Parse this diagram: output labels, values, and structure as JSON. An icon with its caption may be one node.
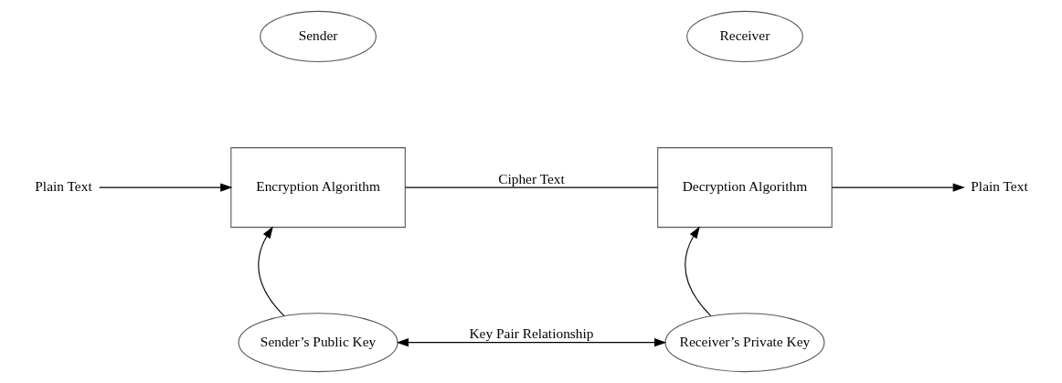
{
  "diagram": {
    "nodes": [
      {
        "text": [
          "Sender"
        ]
      },
      {
        "text": [
          "Receiver"
        ]
      },
      {
        "text": [
          "Plain Text"
        ]
      },
      {
        "text": [
          "Encryption Algorithm"
        ]
      },
      {
        "text": [
          "Decryption Algorithm"
        ]
      },
      {
        "text": [
          "Plain Text"
        ]
      },
      {
        "text": [
          "Sender’s Public Key"
        ]
      },
      {
        "text": [
          "Receiver’s Private Key"
        ]
      }
    ],
    "edges": [
      {
        "from": 2,
        "to": 3,
        "arrow": "to"
      },
      {
        "from": 3,
        "to": 4,
        "arrow": "none",
        "label": "Cipher Text"
      },
      {
        "from": 4,
        "to": 5,
        "arrow": "to"
      },
      {
        "from": 6,
        "to": 3,
        "arrow": "to"
      },
      {
        "from": 7,
        "to": 4,
        "arrow": "to"
      },
      {
        "from": 6,
        "to": 7,
        "arrow": "both",
        "label": "Key Pair Relationship"
      }
    ]
  }
}
